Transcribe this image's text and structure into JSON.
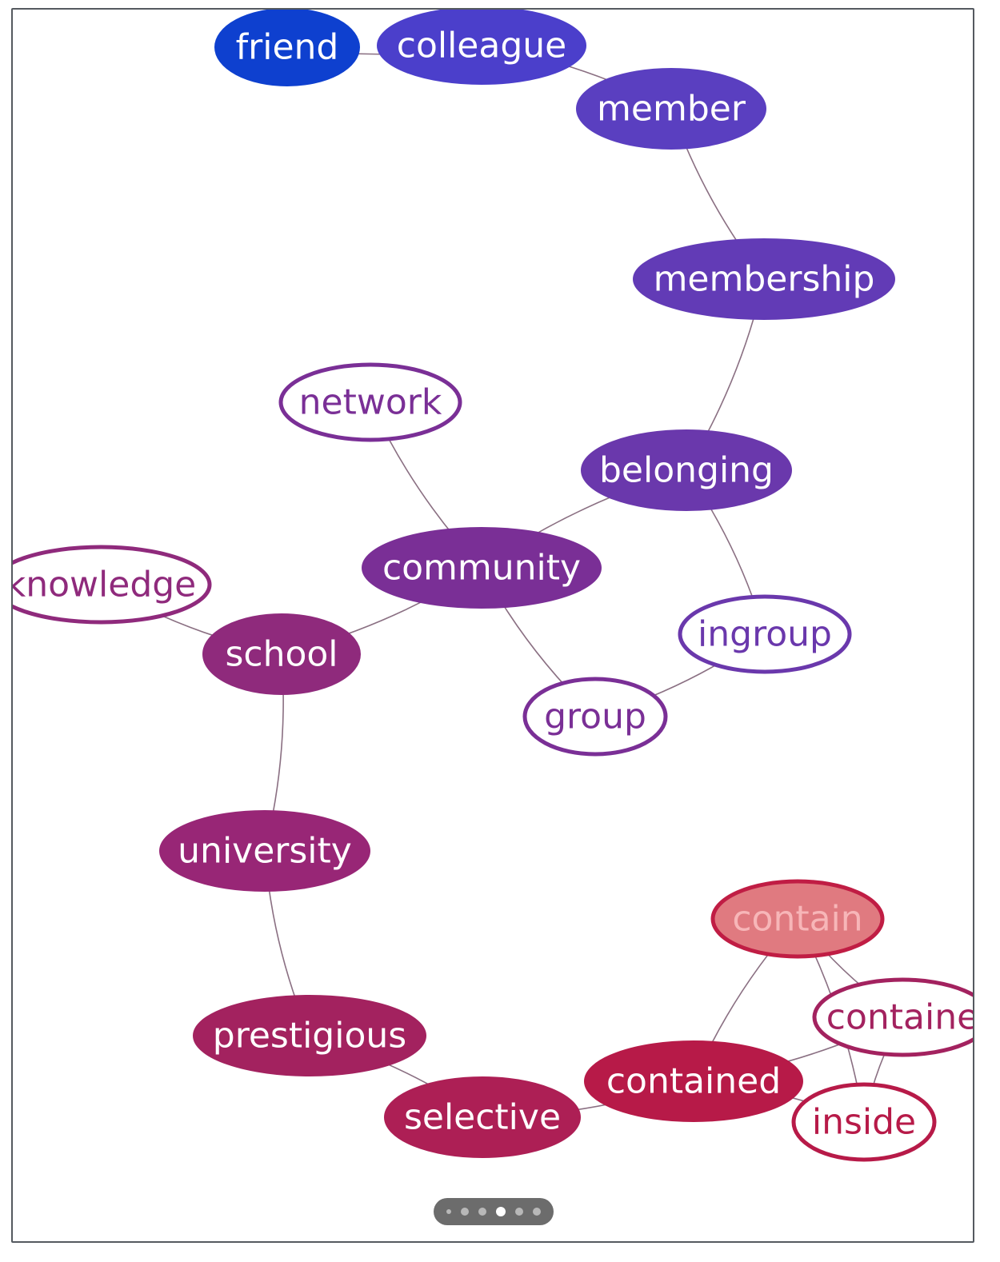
{
  "colors": {
    "blue": "#0e40cf",
    "indigo": "#5a3fc0",
    "purple": "#6a38ac",
    "violet": "#7a2f96",
    "plum": "#8f2a7c",
    "magenta": "#a3225f",
    "crimson": "#b71a48",
    "contain_fill": "#e07a80",
    "contain_text": "#f7b6b8",
    "contain_stroke": "#c01d44"
  },
  "diagram": {
    "nodes": [
      {
        "id": "friend",
        "label": "friend",
        "style": "filled",
        "color": "#0e40cf"
      },
      {
        "id": "colleague",
        "label": "colleague",
        "style": "filled",
        "color": "#4b3fcb"
      },
      {
        "id": "member",
        "label": "member",
        "style": "filled",
        "color": "#5a3fc0"
      },
      {
        "id": "membership",
        "label": "membership",
        "style": "filled",
        "color": "#623bb6"
      },
      {
        "id": "network",
        "label": "network",
        "style": "outline",
        "color": "#7a2f96"
      },
      {
        "id": "belonging",
        "label": "belonging",
        "style": "filled",
        "color": "#6a38ac"
      },
      {
        "id": "knowledge",
        "label": "knowledge",
        "style": "outline",
        "color": "#8f2a7c"
      },
      {
        "id": "community",
        "label": "community",
        "style": "filled",
        "color": "#7a2f96"
      },
      {
        "id": "ingroup",
        "label": "ingroup",
        "style": "outline",
        "color": "#6a38ac"
      },
      {
        "id": "school",
        "label": "school",
        "style": "filled",
        "color": "#8f2a7c"
      },
      {
        "id": "group",
        "label": "group",
        "style": "outline",
        "color": "#7a2f96"
      },
      {
        "id": "university",
        "label": "university",
        "style": "filled",
        "color": "#982676"
      },
      {
        "id": "contain",
        "label": "contain",
        "style": "highlight",
        "color": "#e07a80"
      },
      {
        "id": "containe",
        "label": "containe",
        "style": "outline",
        "color": "#a3225f"
      },
      {
        "id": "prestigious",
        "label": "prestigious",
        "style": "filled",
        "color": "#a3225f"
      },
      {
        "id": "contained",
        "label": "contained",
        "style": "filled",
        "color": "#b71a48"
      },
      {
        "id": "inside",
        "label": "inside",
        "style": "outline",
        "color": "#b71a48"
      },
      {
        "id": "selective",
        "label": "selective",
        "style": "filled",
        "color": "#ad1f55"
      }
    ],
    "edges": [
      [
        "friend",
        "colleague"
      ],
      [
        "colleague",
        "member"
      ],
      [
        "member",
        "membership"
      ],
      [
        "membership",
        "belonging"
      ],
      [
        "belonging",
        "community"
      ],
      [
        "belonging",
        "ingroup"
      ],
      [
        "network",
        "community"
      ],
      [
        "community",
        "school"
      ],
      [
        "community",
        "group"
      ],
      [
        "ingroup",
        "group"
      ],
      [
        "knowledge",
        "school"
      ],
      [
        "school",
        "university"
      ],
      [
        "university",
        "prestigious"
      ],
      [
        "prestigious",
        "selective"
      ],
      [
        "selective",
        "contained"
      ],
      [
        "contained",
        "contain"
      ],
      [
        "contained",
        "containe"
      ],
      [
        "contained",
        "inside"
      ],
      [
        "contain",
        "containe"
      ],
      [
        "contain",
        "inside"
      ],
      [
        "containe",
        "inside"
      ]
    ]
  },
  "pager": {
    "count": 6,
    "active_index": 3
  }
}
